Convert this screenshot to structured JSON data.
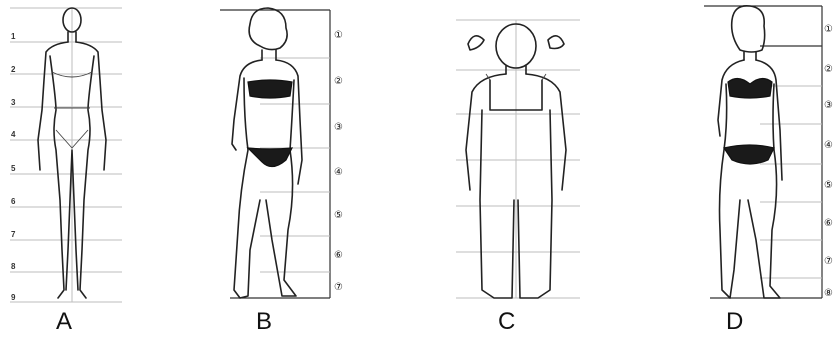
{
  "figures": [
    {
      "label": "A",
      "row_numbers": [
        "1",
        "2",
        "3",
        "4",
        "5",
        "6",
        "7",
        "8",
        "9"
      ]
    },
    {
      "label": "B",
      "row_numbers": [
        "①",
        "②",
        "③",
        "④",
        "⑤",
        "⑥",
        "⑦"
      ]
    },
    {
      "label": "C",
      "row_numbers": []
    },
    {
      "label": "D",
      "row_numbers": [
        "①",
        "②",
        "③",
        "④",
        "⑤",
        "⑥",
        "⑦",
        "⑧"
      ]
    }
  ]
}
